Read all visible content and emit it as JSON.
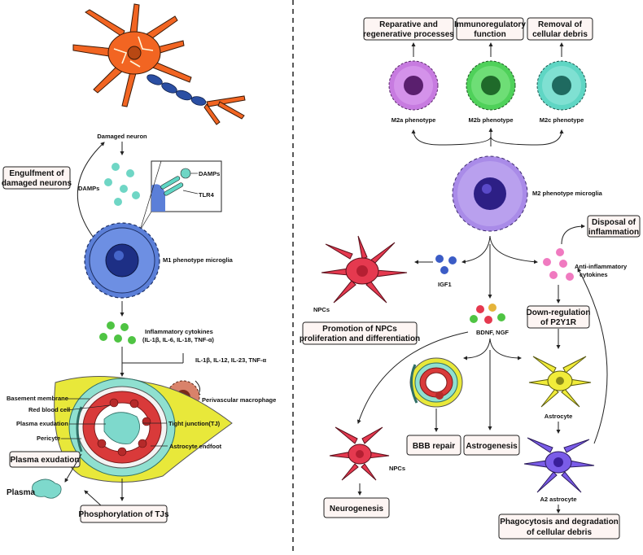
{
  "left": {
    "damaged_neuron": "Damaged neuron",
    "damps": "DAMPs",
    "inset_damps": "DAMPs",
    "tlr4": "TLR4",
    "engulfment_line1": "Engulfment of",
    "engulfment_line2": "damaged neurons",
    "m1": "M1 phenotype microglia",
    "inflam_line1": "Inflammatory cytokines",
    "inflam_line2": "(IL-1β, IL-6, IL-18, TNF-α)",
    "il_list": "IL-1β, IL-12, IL-23, TNF-α",
    "perivascular": "Perivascular macrophage",
    "basement": "Basement membrane",
    "rbc": "Red blood cell",
    "plasma_exudation_small": "Plasma exudation",
    "tight_junction": "Tight junction(TJ)",
    "pericyte": "Pericyte",
    "endfoot": "Astrocyte endfoot",
    "plasma_exudation_box": "Plasma exudation",
    "plasma": "Plasma",
    "phosphorylation_box": "Phosphorylation of TJs"
  },
  "right": {
    "reparative_line1": "Reparative and",
    "reparative_line2": "regenerative processes",
    "immuno_line1": "Immunoregulatory",
    "immuno_line2": "function",
    "removal_line1": "Removal of",
    "removal_line2": "cellular debris",
    "m2a": "M2a phenotype",
    "m2b": "M2b phenotype",
    "m2c": "M2c phenotype",
    "m2": "M2 phenotype microglia",
    "disposal_line1": "Disposal of",
    "disposal_line2": "inflammation",
    "anti_line1": "Anti-inflammatory",
    "anti_line2": "cytokines",
    "igf1": "IGF1",
    "npcs_top": "NPCs",
    "promotion_line1": "Promotion of NPCs",
    "promotion_line2": "proliferation and differentiation",
    "bdnf": "BDNF, NGF",
    "downreg_line1": "Down-regulation",
    "downreg_line2": "of P2Y1R",
    "astrocyte": "Astrocyte",
    "bbb": "BBB repair",
    "astrogenesis": "Astrogenesis",
    "npcs_bottom": "NPCs",
    "a2": "A2 astrocyte",
    "neurogenesis": "Neurogenesis",
    "phago_line1": "Phagocytosis and degradation",
    "phago_line2": "of cellular debris"
  },
  "colors": {
    "neuron": "#f26522",
    "axon": "#2b4fa3",
    "m1": "#5b7fd8",
    "m2": "#a98be8",
    "m2a": "#c77be0",
    "m2b": "#4fd15a",
    "m2c": "#5fd6c4",
    "npc": "#e5394f",
    "astrocyte": "#f1ec3a",
    "a2": "#7a5ce8",
    "macrophage": "#d9826a",
    "endfoot": "#e8e83a",
    "damps": "#6fd6c5",
    "cytokine_green": "#4fc443",
    "cytokine_pink": "#f07ac0",
    "igf1": "#3b5cc6"
  }
}
